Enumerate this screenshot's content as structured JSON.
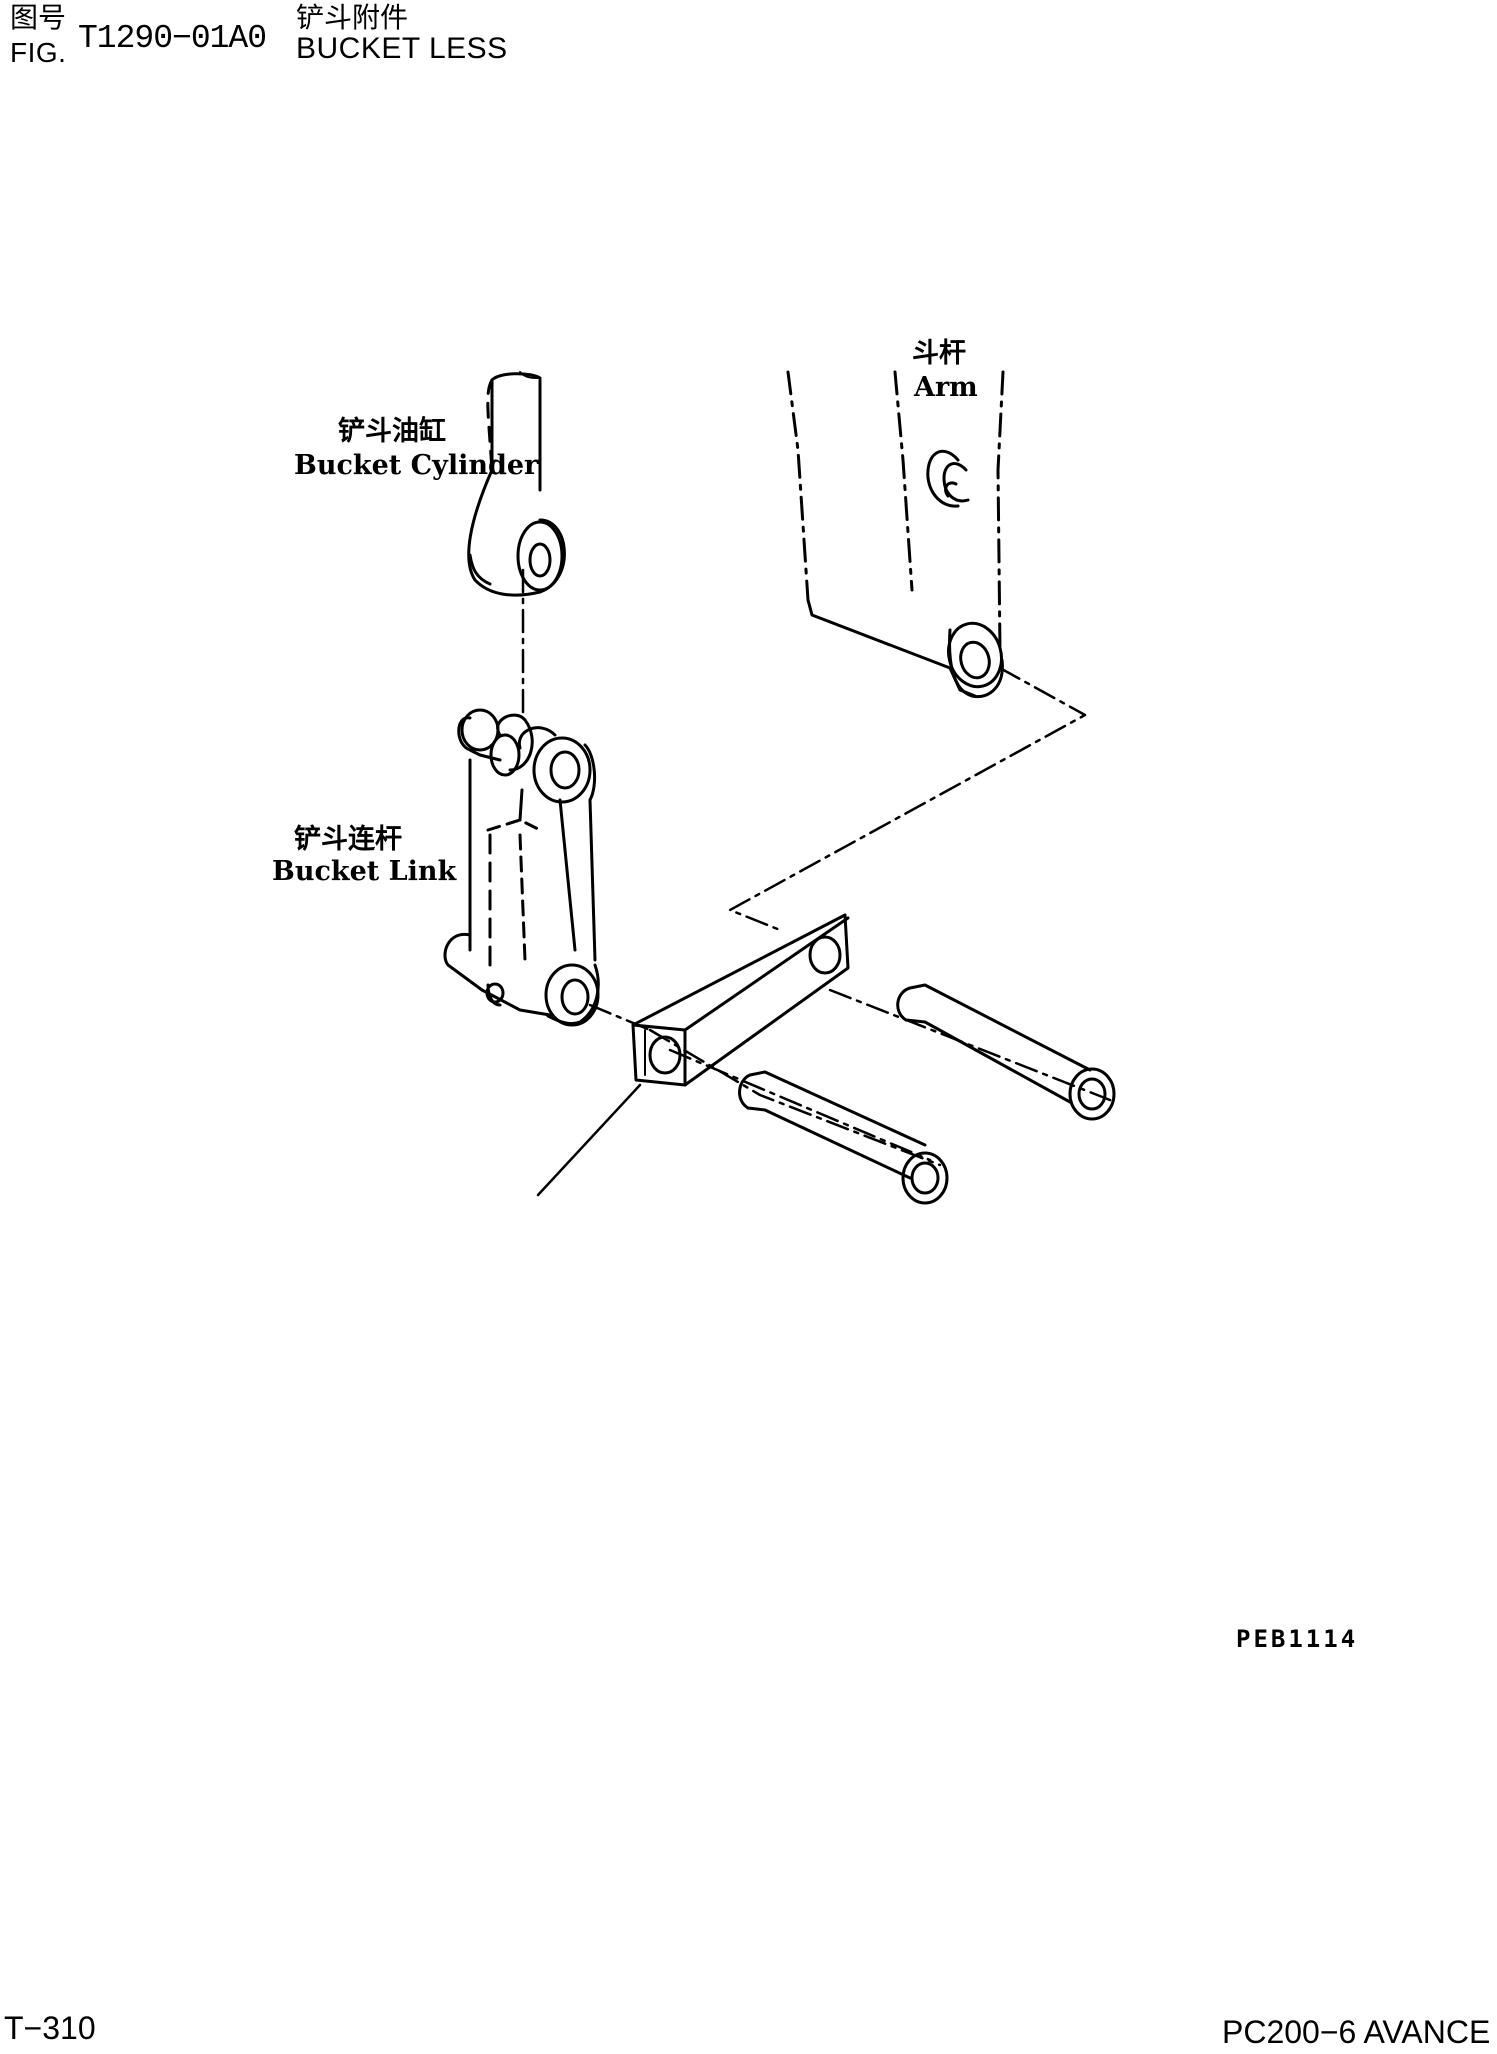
{
  "header": {
    "fig_cn": "图号",
    "fig_en": "FIG.",
    "fig_number": "T1290−01A0",
    "title_cn": "铲斗附件",
    "title_en": "BUCKET LESS"
  },
  "labels": {
    "arm_cn": "斗杆",
    "arm_en": "Arm",
    "cylinder_cn": "铲斗油缸",
    "cylinder_en": "Bucket Cylinder",
    "link_cn": "铲斗连杆",
    "link_en": "Bucket Link"
  },
  "image_code": "PEB1114",
  "footer": {
    "page": "T−310",
    "model": "PC200−6 AVANCE"
  }
}
